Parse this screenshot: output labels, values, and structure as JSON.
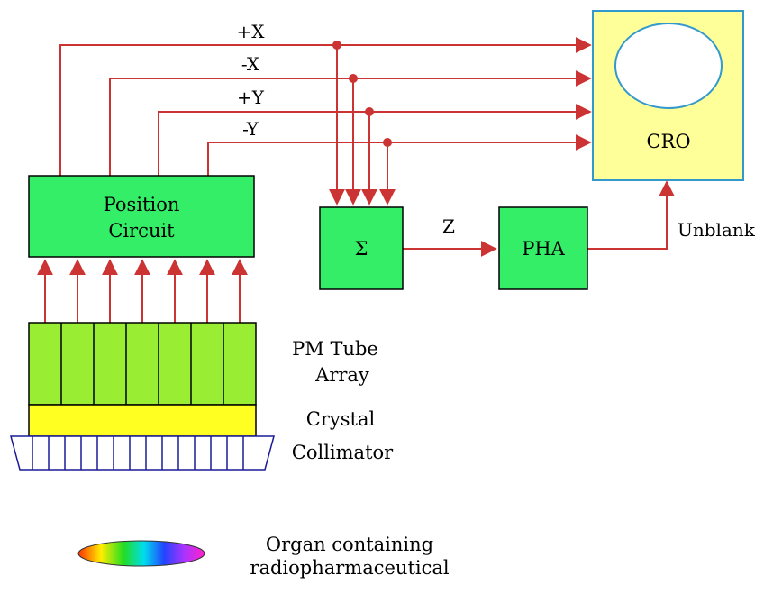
{
  "diagram": {
    "signals": {
      "plus_x": "+X",
      "minus_x": "-X",
      "plus_y": "+Y",
      "minus_y": "-Y",
      "z": "Z",
      "unblank": "Unblank"
    },
    "blocks": {
      "cro": "CRO",
      "position_line1": "Position",
      "position_line2": "Circuit",
      "sum": "Σ",
      "pha": "PHA"
    },
    "labels": {
      "pm_tube_line1": "PM Tube",
      "pm_tube_line2": "Array",
      "crystal": "Crystal",
      "collimator": "Collimator",
      "organ_line1": "Organ containing",
      "organ_line2": "radiopharmaceutical"
    },
    "colors": {
      "wire": "#cc3333",
      "block_fill": "#33ee66",
      "pm_tube_fill": "#99ee33",
      "crystal_fill": "#ffff22",
      "cro_fill": "#ffff99",
      "screen_fill": "#ffffff"
    }
  }
}
